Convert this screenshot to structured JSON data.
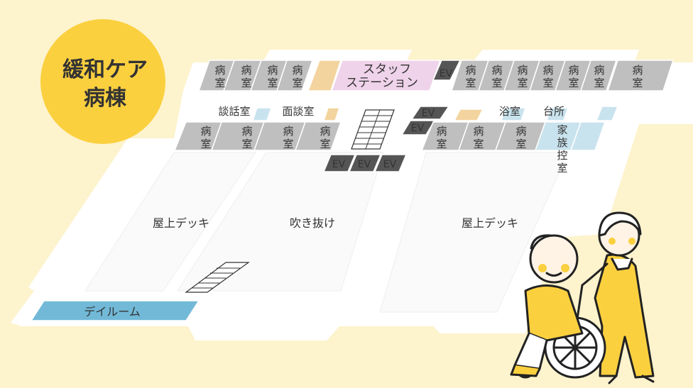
{
  "title": {
    "line1": "緩和ケア",
    "line2": "病棟"
  },
  "rooms": {
    "byoushitsu": "病室",
    "staff_station_line1": "スタッフ",
    "staff_station_line2": "ステーション",
    "ev": "EV",
    "danwashitsu": "談話室",
    "mendanshitsu": "面談室",
    "yokushitsu": "浴室",
    "daidokoro": "台所",
    "kazoku_hikaeshitsu": "家族控室"
  },
  "areas": {
    "roof_deck_left": "屋上デッキ",
    "atrium": "吹き抜け",
    "roof_deck_right": "屋上デッキ",
    "day_room": "デイルーム"
  },
  "colors": {
    "background": "#fdf3cd",
    "floor": "#ffffff",
    "room_gray": "#bfbfbf",
    "staff_station": "#efd3ea",
    "elevator": "#555555",
    "utility_tan": "#f3d49e",
    "bath_blue": "#c9e3ee",
    "day_room": "#72b9d8",
    "title_circle": "#fbd03f"
  },
  "illustration": "nurse pushing elderly man in wheelchair"
}
